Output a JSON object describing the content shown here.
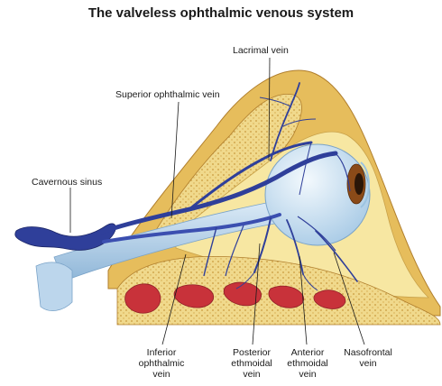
{
  "title": "The valveless ophthalmic venous system",
  "labels": {
    "lacrimal": "Lacrimal vein",
    "superior": "Superior ophthalmic vein",
    "cavernous": "Cavernous sinus",
    "inferior_1": "Inferior",
    "inferior_2": "ophthalmic",
    "inferior_3": "vein",
    "posterior_1": "Posterior",
    "posterior_2": "ethmoidal",
    "posterior_3": "vein",
    "anterior_1": "Anterior",
    "anterior_2": "ethmoidal",
    "anterior_3": "vein",
    "nasofrontal_1": "Nasofrontal",
    "nasofrontal_2": "vein"
  },
  "colors": {
    "bone": "#e8c46a",
    "bone_dark": "#c9913a",
    "fat": "#f5e6a0",
    "vein": "#2f3f9a",
    "vein_light": "#5a6cc8",
    "muscle": "#c8323a",
    "eye": "#cfe3f2",
    "nerve": "#a9cbe6",
    "iris": "#8a4a18"
  }
}
